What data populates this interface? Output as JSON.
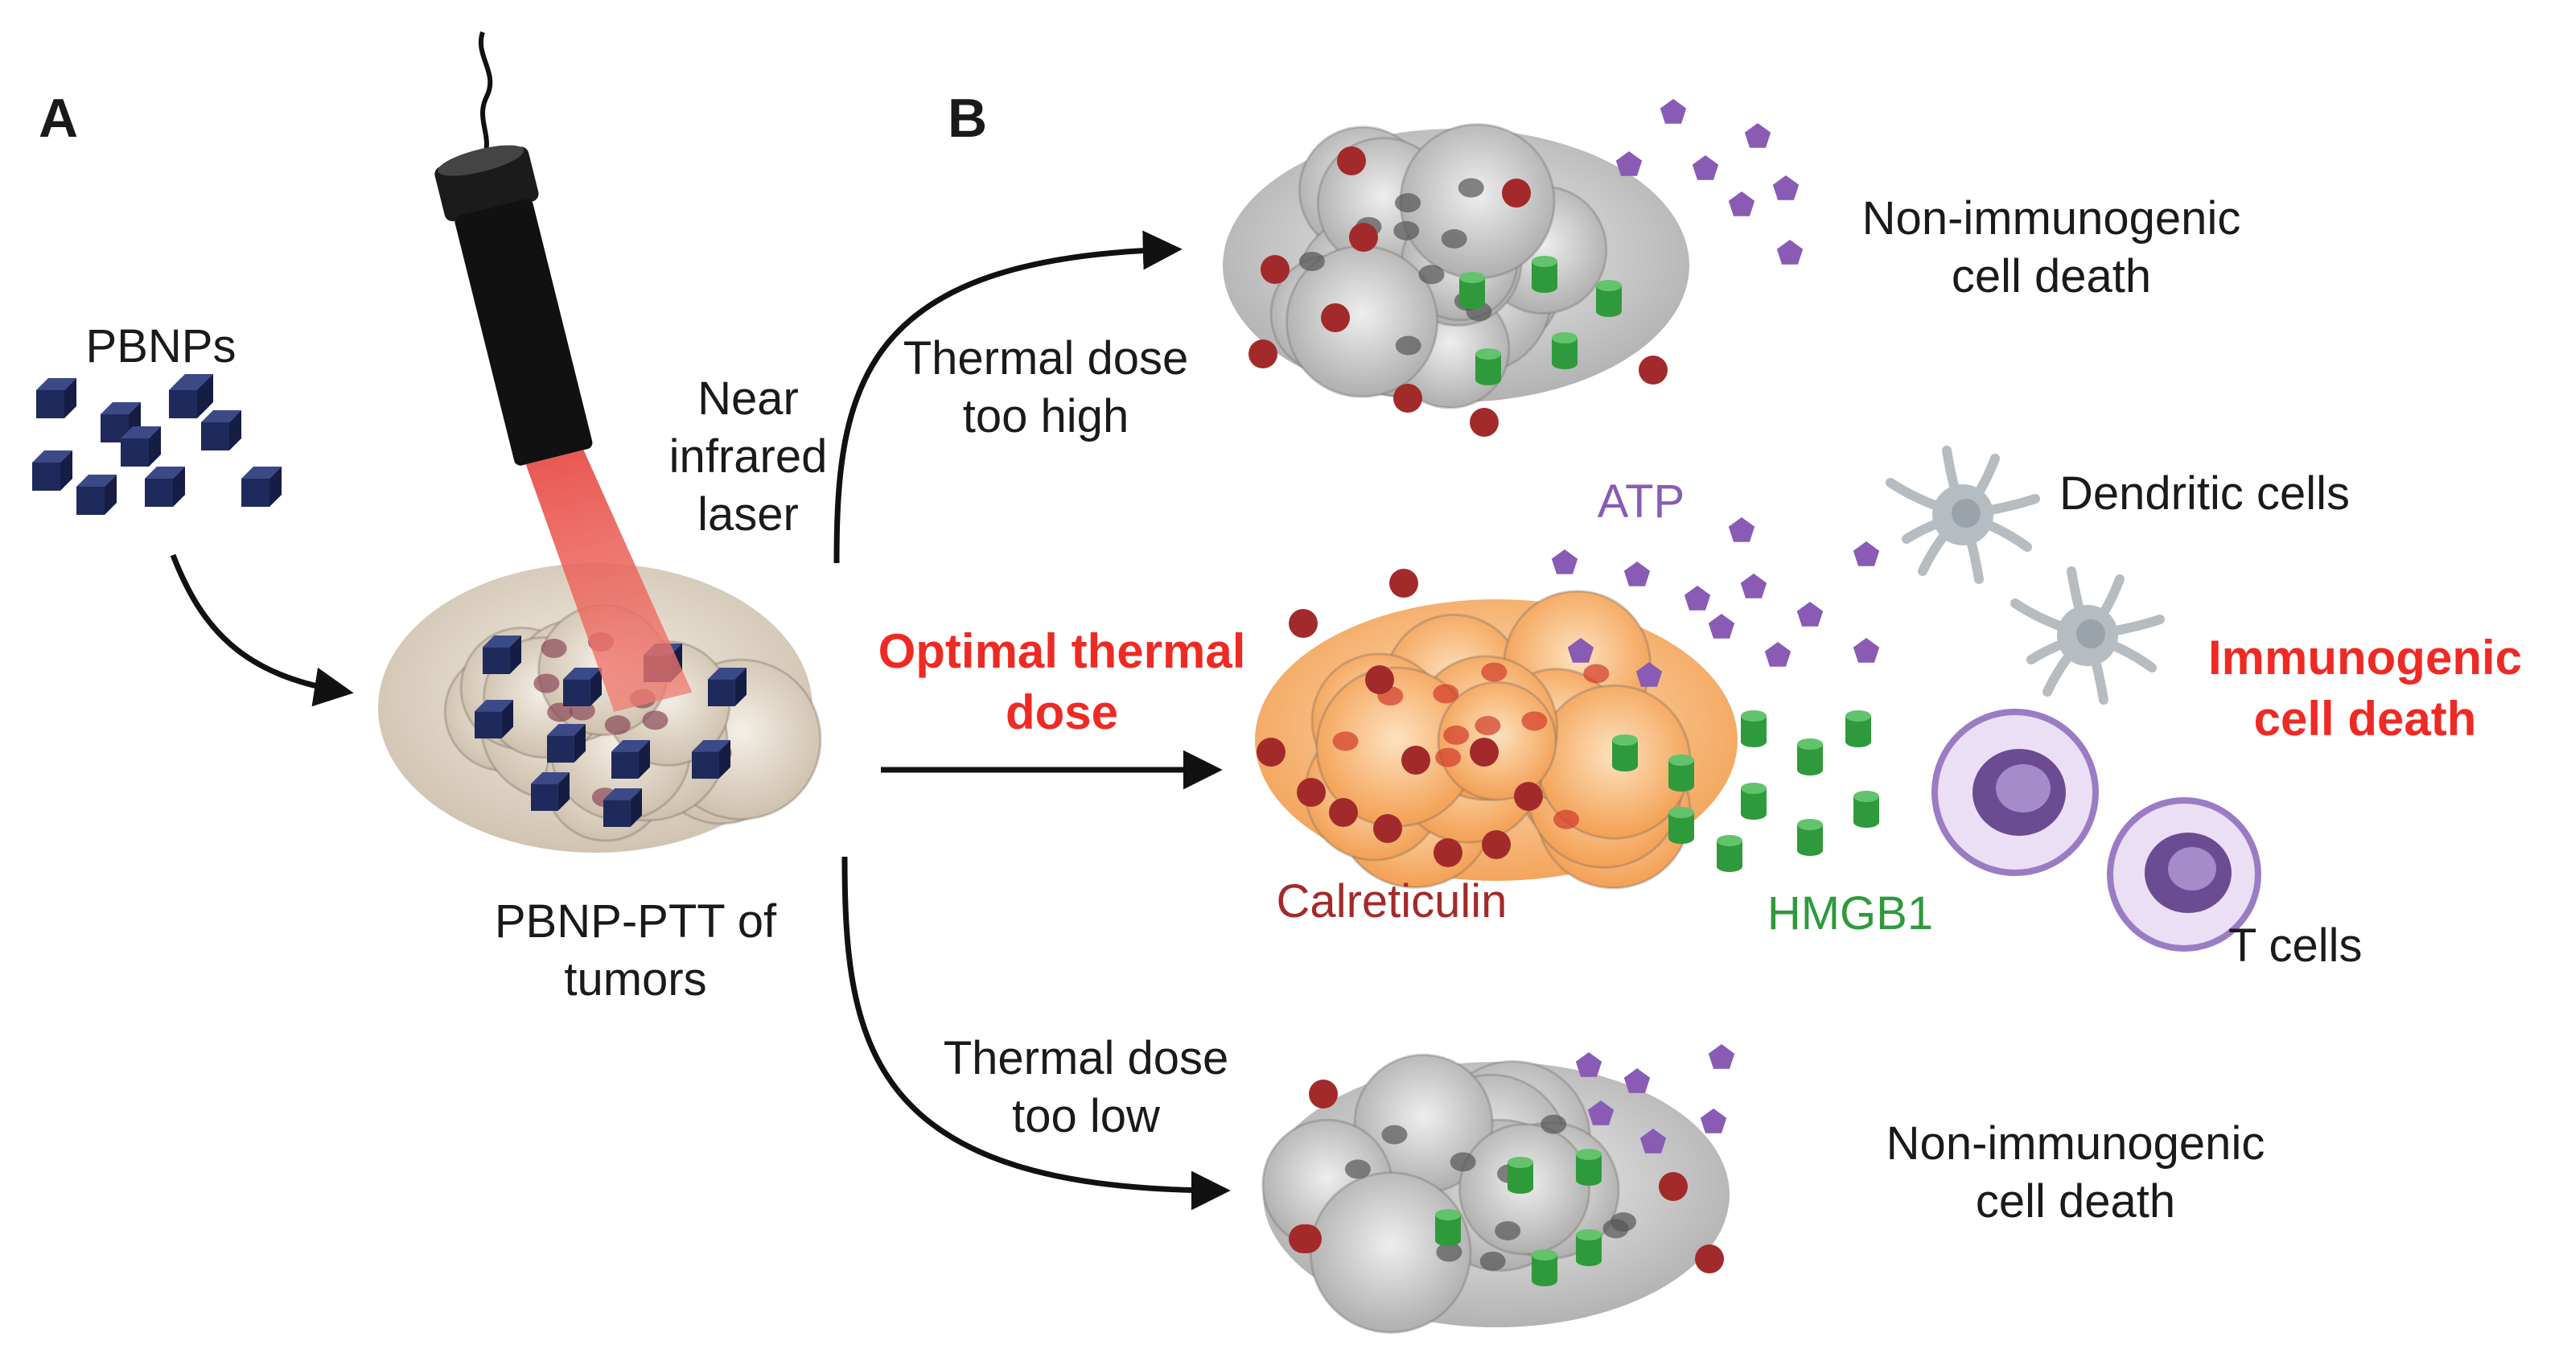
{
  "panels": {
    "a": "A",
    "b": "B"
  },
  "labels": {
    "pbnps": "PBNPs",
    "laser": [
      "Near",
      "infrared",
      "laser"
    ],
    "ptt": [
      "PBNP-PTT of",
      "tumors"
    ],
    "high": [
      "Thermal dose",
      "too high"
    ],
    "optimal": [
      "Optimal thermal",
      "dose"
    ],
    "low": [
      "Thermal dose",
      "too low"
    ],
    "nonimmuno_top": [
      "Non-immunogenic",
      "cell death"
    ],
    "nonimmuno_bottom": [
      "Non-immunogenic",
      "cell death"
    ],
    "immuno": [
      "Immunogenic",
      "cell death"
    ],
    "atp": "ATP",
    "dendritic": "Dendritic cells",
    "calreticulin": "Calreticulin",
    "hmgb1": "HMGB1",
    "tcells": "T cells"
  },
  "colors": {
    "optimal_text": "#ee2a24",
    "atp": "#8a5bb5",
    "hmgb1": "#2f9a3c",
    "calreticulin": "#a32a2a",
    "nanoparticle": "#1f2a5c",
    "laser_beam": "#e8504a",
    "dead_cells": "#c9c9c9",
    "heated_cells": "#f5b06a",
    "tumor_cells": "#e6dccf"
  }
}
